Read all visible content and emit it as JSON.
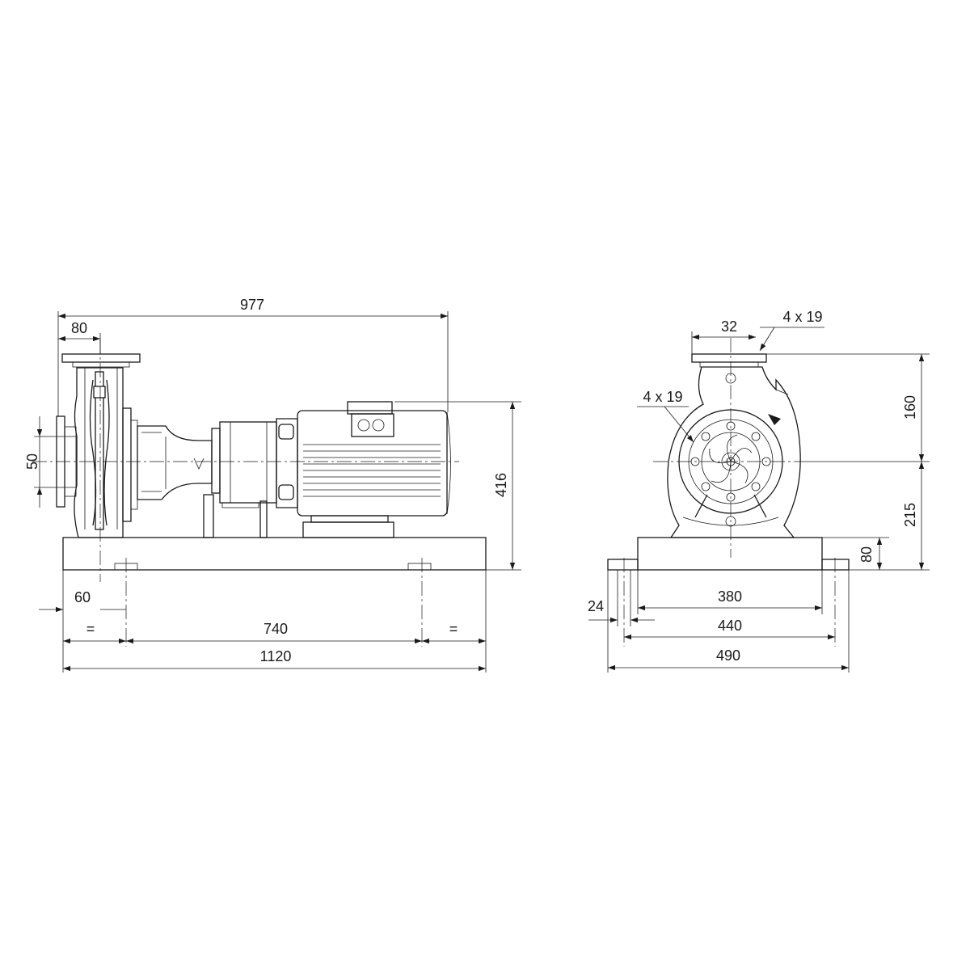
{
  "side_view": {
    "dim_overall_length": "977",
    "dim_suction_offset": "80",
    "dim_port": "50",
    "dim_height": "416",
    "dim_edge_offset": "60",
    "dim_equal_left": "=",
    "dim_bolt_span": "740",
    "dim_equal_right": "=",
    "dim_base_length": "1120"
  },
  "front_view": {
    "dim_discharge": "32",
    "dim_flange_holes_top": "4 x 19",
    "dim_flange_holes_front": "4 x 19",
    "dim_top_height": "160",
    "dim_shaft_height": "215",
    "dim_base_height": "80",
    "dim_foot_width": "24",
    "dim_inner_width": "380",
    "dim_bolt_width": "440",
    "dim_base_width": "490"
  }
}
